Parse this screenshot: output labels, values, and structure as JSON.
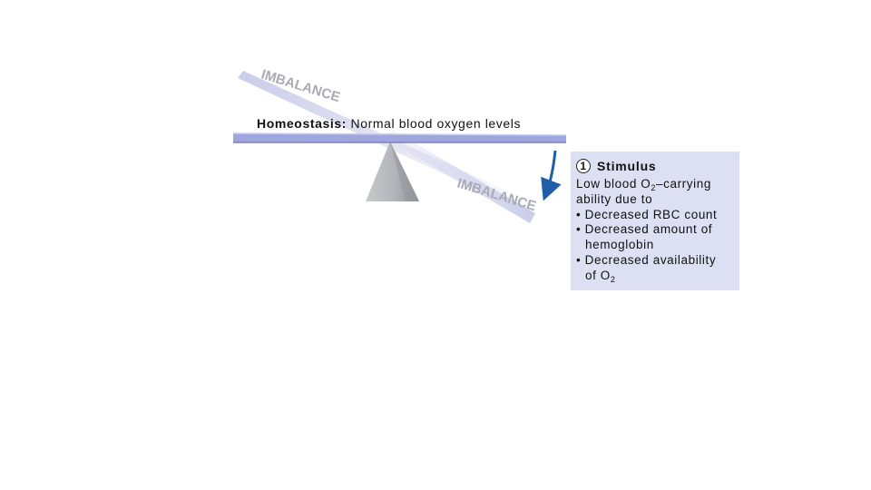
{
  "seesaw": {
    "imbalance_upper": "IMBALANCE",
    "imbalance_lower": "IMBALANCE"
  },
  "homeostasis": {
    "label": "Homeostasis:",
    "text": "Normal blood oxygen levels"
  },
  "stimulus": {
    "step_number": "1",
    "title": "Stimulus",
    "line1_a": "Low blood O",
    "line1_sub": "2",
    "line1_b": "–carrying",
    "line2": "ability due to",
    "line3": "• Decreased RBC count",
    "line4": "• Decreased amount of",
    "line5": "hemoglobin",
    "line6": "• Decreased availability",
    "line7_a": "of O",
    "line7_sub": "2"
  },
  "colors": {
    "beam": "#9fa6dd",
    "fulcrum": "#b8b9be",
    "arrow": "#1f5fa8",
    "stimulus_bg": "#dde0f2"
  }
}
